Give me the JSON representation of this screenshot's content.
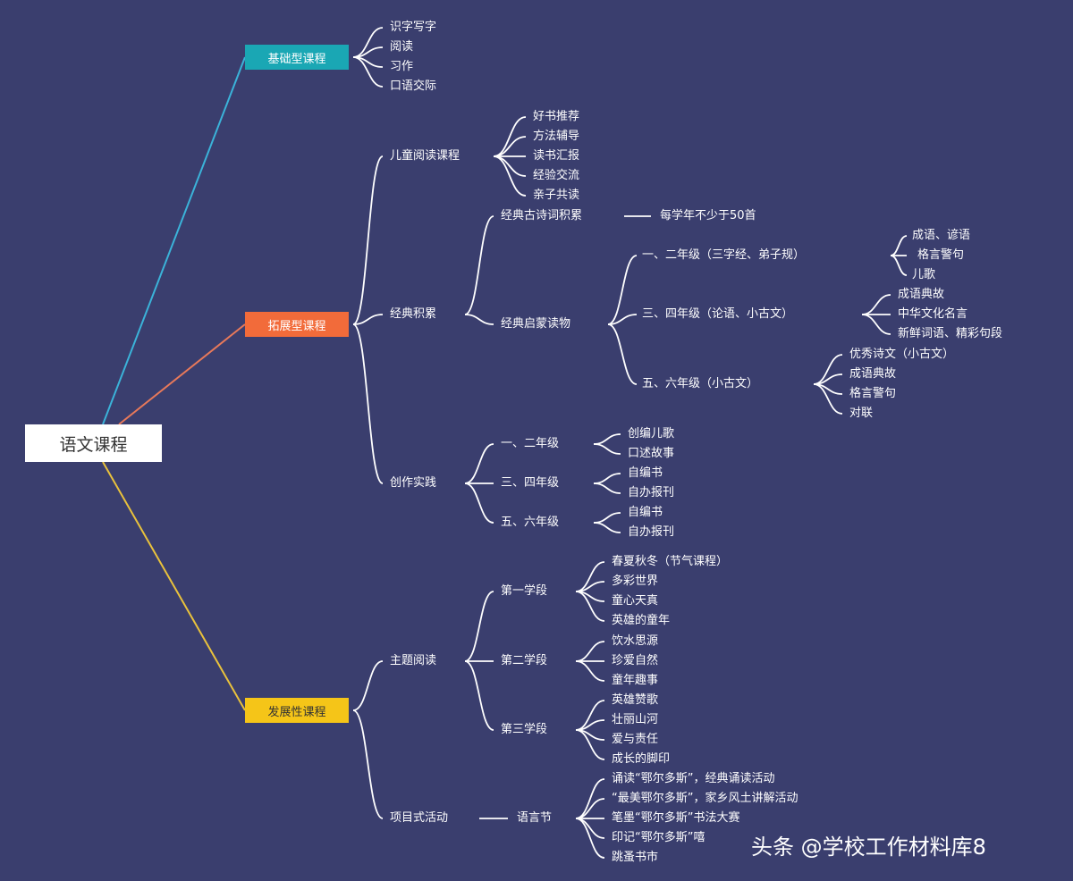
{
  "root": "语文课程",
  "watermark": "头条 @学校工作材料库8",
  "colors": {
    "background": "#3a3e6e",
    "basic": "#1aa7b4",
    "expand": "#f26b3a",
    "develop": "#f5c518",
    "line_basic": "#3bb3d9",
    "line_expand": "#e8795a",
    "line_develop": "#e9c23c"
  },
  "nodes": {
    "basic": {
      "label": "基础型课程",
      "children": [
        "识字写字",
        "阅读",
        "习作",
        "口语交际"
      ]
    },
    "expand": {
      "label": "拓展型课程",
      "reading": {
        "label": "儿童阅读课程",
        "children": [
          "好书推荐",
          "方法辅导",
          "读书汇报",
          "经验交流",
          "亲子共读"
        ]
      },
      "classic": {
        "label": "经典积累",
        "poems": {
          "label": "经典古诗词积累",
          "note": "每学年不少于50首"
        },
        "books": {
          "label": "经典启蒙读物",
          "g12": {
            "label": "一、二年级（三字经、弟子规）",
            "children": [
              "成语、谚语",
              "格言警句",
              "儿歌"
            ]
          },
          "g34": {
            "label": "三、四年级（论语、小古文）",
            "children": [
              "成语典故",
              "中华文化名言",
              "新鲜词语、精彩句段"
            ]
          },
          "g56": {
            "label": "五、六年级（小古文）",
            "children": [
              "优秀诗文（小古文）",
              "成语典故",
              "格言警句",
              "对联"
            ]
          }
        }
      },
      "creative": {
        "label": "创作实践",
        "g12": {
          "label": "一、二年级",
          "children": [
            "创编儿歌",
            "口述故事"
          ]
        },
        "g34": {
          "label": "三、四年级",
          "children": [
            "自编书",
            "自办报刊"
          ]
        },
        "g56": {
          "label": "五、六年级",
          "children": [
            "自编书",
            "自办报刊"
          ]
        }
      }
    },
    "develop": {
      "label": "发展性课程",
      "theme": {
        "label": "主题阅读",
        "s1": {
          "label": "第一学段",
          "children": [
            "春夏秋冬（节气课程）",
            "多彩世界",
            "童心天真",
            "英雄的童年"
          ]
        },
        "s2": {
          "label": "第二学段",
          "children": [
            "饮水思源",
            "珍爱自然",
            "童年趣事"
          ]
        },
        "s3": {
          "label": "第三学段",
          "children": [
            "英雄赞歌",
            "壮丽山河",
            "爱与责任",
            "成长的脚印"
          ]
        }
      },
      "project": {
        "label": "项目式活动",
        "festival": {
          "label": "语言节",
          "children": [
            "诵读“鄂尔多斯”，经典诵读活动",
            "“最美鄂尔多斯”，家乡风土讲解活动",
            "笔墨“鄂尔多斯”书法大赛",
            "印记“鄂尔多斯”嘻",
            "跳蚤书市"
          ]
        }
      }
    }
  }
}
